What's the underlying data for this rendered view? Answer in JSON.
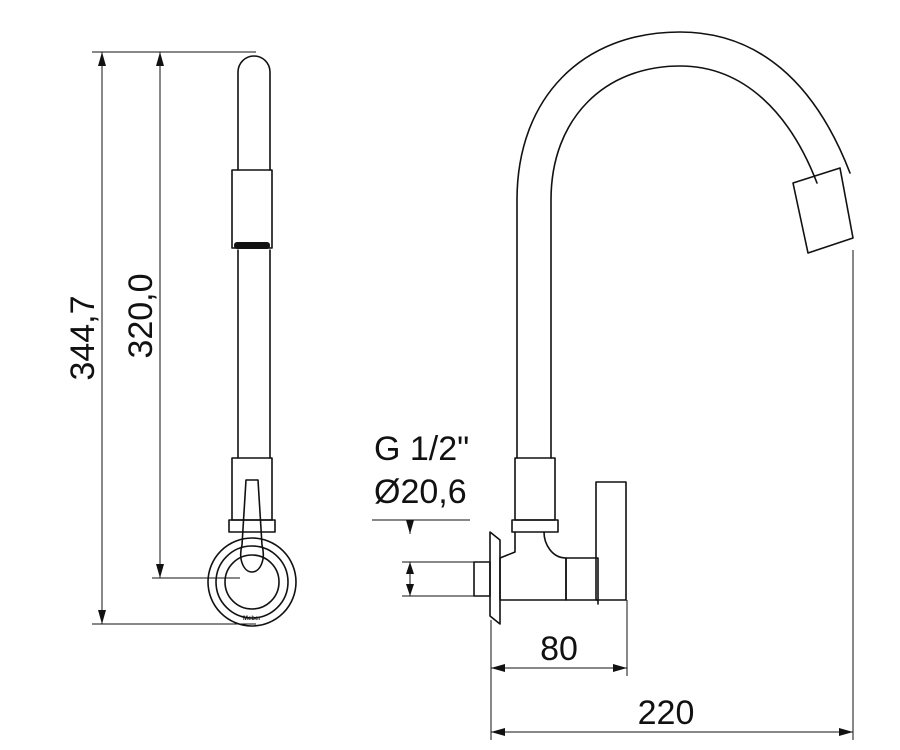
{
  "drawing": {
    "brand_mark": "Meber",
    "dimensions": {
      "total_height": "344,7",
      "spout_height": "320,0",
      "thread": "G 1/2\"",
      "diameter": "Ø20,6",
      "body_depth": "80",
      "spout_reach": "220"
    }
  }
}
